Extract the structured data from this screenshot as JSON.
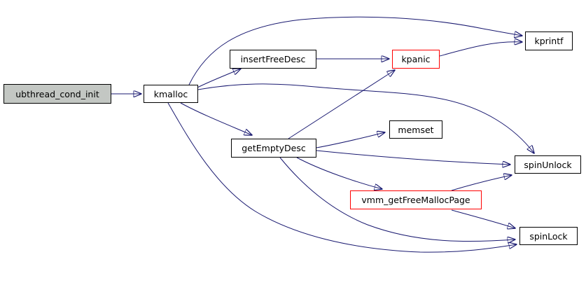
{
  "graph": {
    "kind": "function-call-graph",
    "colors": {
      "edge": "#191970",
      "node_border": "#000000",
      "node_fill": "#ffffff",
      "focus_node_fill": "#c3c7c3",
      "highlight_node_border": "#ff0000",
      "text": "#000000",
      "background": "#ffffff"
    },
    "nodes": [
      {
        "id": "ubthread_cond_init",
        "label": "ubthread_cond_init",
        "role": "focus"
      },
      {
        "id": "kmalloc",
        "label": "kmalloc",
        "role": "normal"
      },
      {
        "id": "insertFreeDesc",
        "label": "insertFreeDesc",
        "role": "normal"
      },
      {
        "id": "kpanic",
        "label": "kpanic",
        "role": "highlight"
      },
      {
        "id": "kprintf",
        "label": "kprintf",
        "role": "normal"
      },
      {
        "id": "getEmptyDesc",
        "label": "getEmptyDesc",
        "role": "normal"
      },
      {
        "id": "memset",
        "label": "memset",
        "role": "normal"
      },
      {
        "id": "spinUnlock",
        "label": "spinUnlock",
        "role": "normal"
      },
      {
        "id": "vmm_getFreeMallocPage",
        "label": "vmm_getFreeMallocPage",
        "role": "highlight"
      },
      {
        "id": "spinLock",
        "label": "spinLock",
        "role": "normal"
      }
    ],
    "edges": [
      {
        "from": "ubthread_cond_init",
        "to": "kmalloc"
      },
      {
        "from": "kmalloc",
        "to": "insertFreeDesc"
      },
      {
        "from": "kmalloc",
        "to": "kprintf"
      },
      {
        "from": "kmalloc",
        "to": "getEmptyDesc"
      },
      {
        "from": "kmalloc",
        "to": "spinUnlock"
      },
      {
        "from": "kmalloc",
        "to": "spinLock"
      },
      {
        "from": "insertFreeDesc",
        "to": "kpanic"
      },
      {
        "from": "kpanic",
        "to": "kprintf"
      },
      {
        "from": "getEmptyDesc",
        "to": "kpanic"
      },
      {
        "from": "getEmptyDesc",
        "to": "memset"
      },
      {
        "from": "getEmptyDesc",
        "to": "spinUnlock"
      },
      {
        "from": "getEmptyDesc",
        "to": "vmm_getFreeMallocPage"
      },
      {
        "from": "getEmptyDesc",
        "to": "spinLock"
      },
      {
        "from": "vmm_getFreeMallocPage",
        "to": "spinUnlock"
      },
      {
        "from": "vmm_getFreeMallocPage",
        "to": "spinLock"
      }
    ]
  }
}
